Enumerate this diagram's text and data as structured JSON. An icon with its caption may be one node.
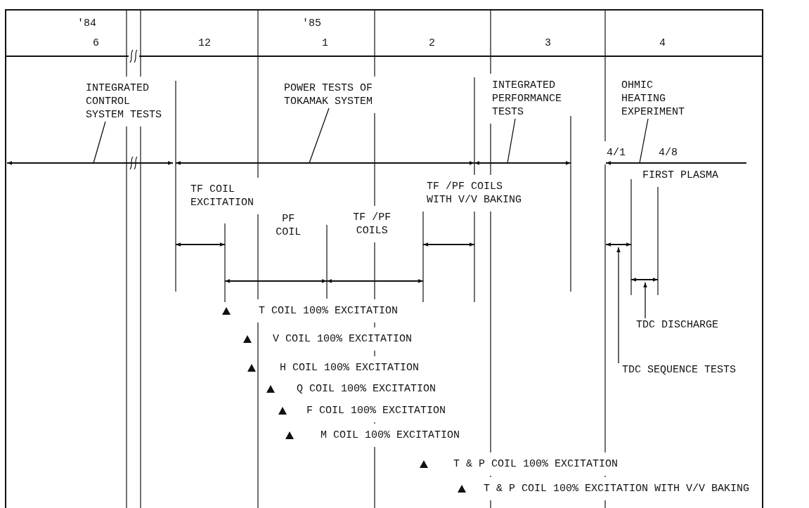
{
  "diagram": {
    "nodes": [
      {
        "text": [
          "INTEGRATED CONTROL SYSTEM TESTS"
        ]
      },
      {
        "text": [
          "POWER TESTS OF TOKAMAK SYSTEM"
        ]
      },
      {
        "text": [
          "INTEGRATED PERFORMANCE TESTS"
        ]
      },
      {
        "text": [
          "OHMIC HEATING EXPERIMENT"
        ]
      },
      {
        "text": [
          "TDC DISCHARGE"
        ]
      },
      {
        "text": [
          "TDC SEQUENCE TESTS"
        ]
      }
    ],
    "edges": [
      {
        "from": 0,
        "to": null,
        "arrow": "none"
      },
      {
        "from": 1,
        "to": null,
        "arrow": "none"
      },
      {
        "from": 2,
        "to": null,
        "arrow": "none"
      },
      {
        "from": 3,
        "to": null,
        "arrow": "none"
      },
      {
        "from": 4,
        "to": null,
        "arrow": "to"
      },
      {
        "from": 5,
        "to": null,
        "arrow": "to"
      }
    ],
    "labels": [
      "'84",
      "6",
      "12",
      "'85",
      "1",
      "2",
      "3",
      "4",
      "4/1",
      "4/8",
      "FIRST PLASMA",
      "TF COIL EXCITATION",
      "TF /PF COILS WITH V/V BAKING",
      "PF COIL",
      "TF /PF COILS",
      "T COIL 100% EXCITATION",
      "V COIL 100% EXCITATION",
      "H COIL 100% EXCITATION",
      "Q COIL 100% EXCITATION",
      "F COIL 100% EXCITATION",
      "M COIL 100% EXCITATION",
      "T & P COIL 100% EXCITATION",
      "T & P COIL 100% EXCITATION WITH V/V BAKING"
    ]
  }
}
